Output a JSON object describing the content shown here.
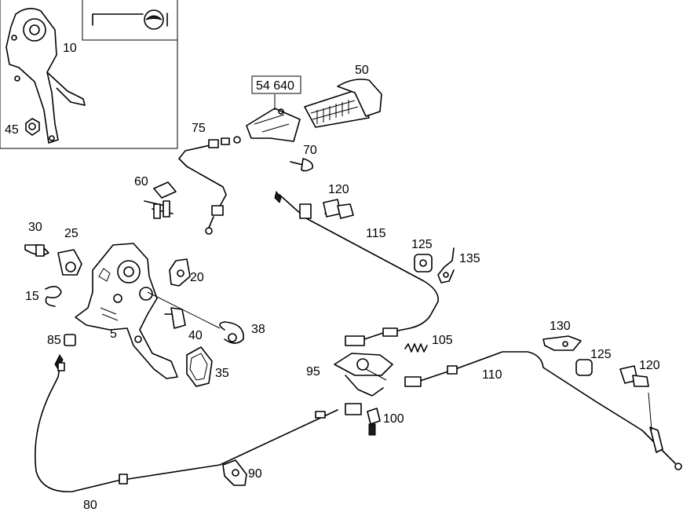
{
  "callouts": {
    "c10": "10",
    "c45": "45",
    "c50": "50",
    "c54640": "54 640",
    "c75": "75",
    "c70": "70",
    "c120a": "120",
    "c115": "115",
    "c125a": "125",
    "c135": "135",
    "c60": "60",
    "c30": "30",
    "c25": "25",
    "c20": "20",
    "c15": "15",
    "c40": "40",
    "c38": "38",
    "c5": "5",
    "c85": "85",
    "c35": "35",
    "c130": "130",
    "c105": "105",
    "c125b": "125",
    "c120b": "120",
    "c95": "95",
    "c110": "110",
    "c100": "100",
    "c90": "90",
    "c80": "80"
  }
}
